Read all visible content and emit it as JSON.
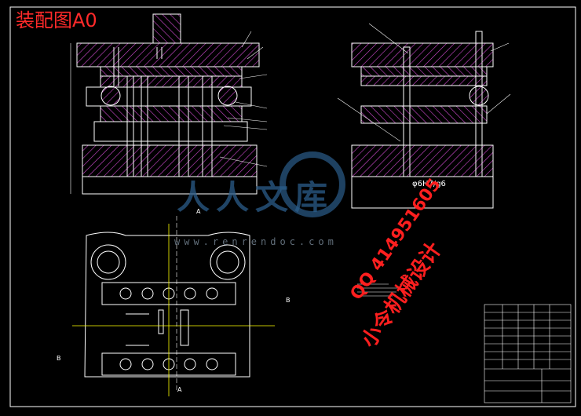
{
  "drawing": {
    "title": "装配图A0",
    "fit_tolerance": "φ6H7/g6",
    "section_marks": {
      "a_top": "A",
      "a_bottom": "A",
      "b_left": "B",
      "b_right": "B"
    }
  },
  "watermark": {
    "logo_text": "人人文库",
    "url": "www.renrendoc.com",
    "qq": "QQ 414951605",
    "name": "小令机械设计"
  },
  "colors": {
    "background": "#000000",
    "outline": "#ffffff",
    "hatch": "#d24bd2",
    "centerline": "#ffff00",
    "title_red": "#ff2a2a",
    "watermark_blue": "#2b5d8a"
  }
}
